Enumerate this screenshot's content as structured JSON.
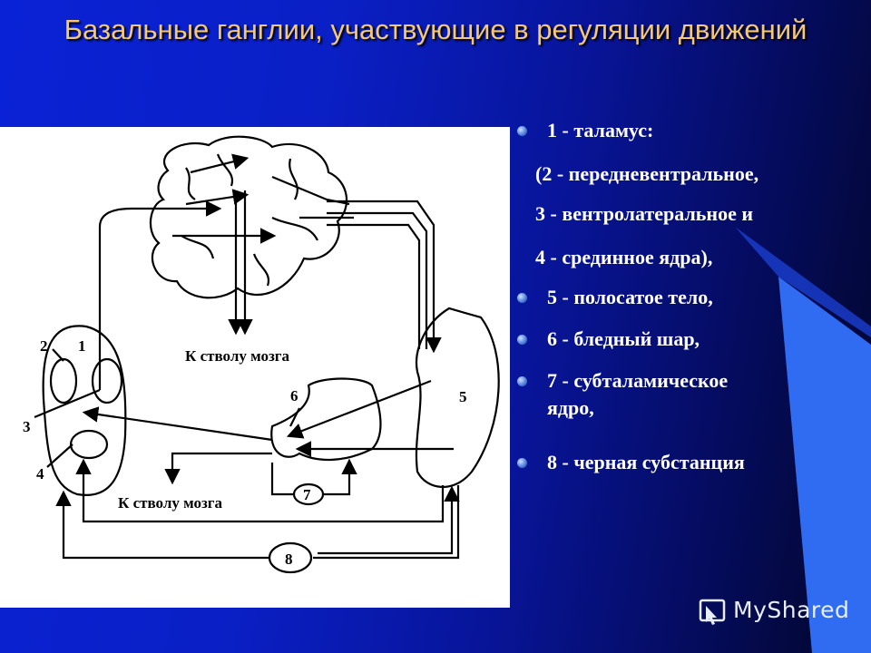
{
  "slide": {
    "title": "Базальные ганглии, участвующие в регуляции движений",
    "bullets": [
      {
        "text": "1 - таламус:",
        "bullet": true
      },
      {
        "text": "(2 - передневентральное,",
        "bullet": false
      },
      {
        "text": "3 - вентролатеральное и",
        "bullet": false
      },
      {
        "text": "4 - срединное ядра),",
        "bullet": false
      },
      {
        "text": "5 - полосатое тело,",
        "bullet": true
      },
      {
        "text": "6 - бледный шар,",
        "bullet": true
      },
      {
        "text": "7 - субталамическое",
        "bullet": true
      },
      {
        "text": "ядро,",
        "bullet": false
      },
      {
        "text": "8 - черная субстанция",
        "bullet": true
      }
    ]
  },
  "diagram": {
    "labels": {
      "n1": "1",
      "n2": "2",
      "n3": "3",
      "n4": "4",
      "n5": "5",
      "n6": "6",
      "n7": "7",
      "n8": "8",
      "brainstem_top": "К стволу мозга",
      "brainstem_bottom": "К стволу мозга"
    }
  },
  "watermark": {
    "text": "MyShared",
    "icon": "mouse-pointer-icon"
  },
  "colors": {
    "title": "#f5c878",
    "bullet_text": "#ffffff",
    "deco_band": "#2f6cf2"
  }
}
